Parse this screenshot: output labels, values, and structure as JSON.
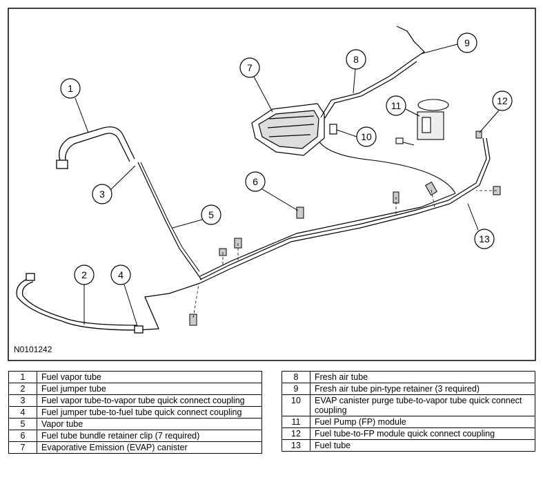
{
  "figure_id": "N0101242",
  "callouts": [
    "1",
    "2",
    "3",
    "4",
    "5",
    "6",
    "7",
    "8",
    "9",
    "10",
    "11",
    "12",
    "13"
  ],
  "legend_left": [
    {
      "num": "1",
      "desc": "Fuel vapor tube"
    },
    {
      "num": "2",
      "desc": "Fuel jumper tube"
    },
    {
      "num": "3",
      "desc": "Fuel vapor tube-to-vapor tube quick connect coupling"
    },
    {
      "num": "4",
      "desc": "Fuel jumper tube-to-fuel tube quick connect coupling"
    },
    {
      "num": "5",
      "desc": "Vapor tube"
    },
    {
      "num": "6",
      "desc": "Fuel tube bundle retainer clip (7 required)"
    },
    {
      "num": "7",
      "desc": "Evaporative Emission (EVAP) canister"
    }
  ],
  "legend_right": [
    {
      "num": "8",
      "desc": "Fresh air tube"
    },
    {
      "num": "9",
      "desc": "Fresh air tube pin-type retainer (3 required)"
    },
    {
      "num": "10",
      "desc": "EVAP canister purge tube-to-vapor tube quick connect coupling"
    },
    {
      "num": "11",
      "desc": "Fuel Pump (FP) module"
    },
    {
      "num": "12",
      "desc": "Fuel tube-to-FP module quick connect coupling"
    },
    {
      "num": "13",
      "desc": "Fuel tube"
    }
  ]
}
